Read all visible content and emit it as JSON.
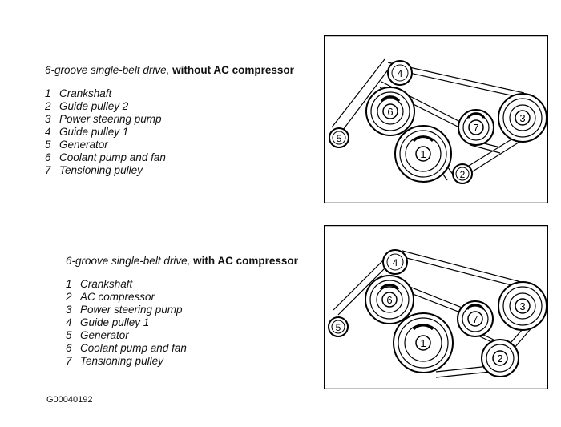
{
  "sections": [
    {
      "title_prefix": "6-groove single-belt drive, ",
      "title_emph": "without AC compressor",
      "items": [
        {
          "num": "1",
          "label": "Crankshaft"
        },
        {
          "num": "2",
          "label": "Guide pulley 2"
        },
        {
          "num": "3",
          "label": "Power steering pump"
        },
        {
          "num": "4",
          "label": "Guide pulley 1"
        },
        {
          "num": "5",
          "label": "Generator"
        },
        {
          "num": "6",
          "label": "Coolant pump and fan"
        },
        {
          "num": "7",
          "label": "Tensioning pulley"
        }
      ],
      "pulley_labels": [
        "1",
        "2",
        "3",
        "4",
        "5",
        "6",
        "7"
      ]
    },
    {
      "title_prefix": "6-groove single-belt drive, ",
      "title_emph": "with AC compressor",
      "items": [
        {
          "num": "1",
          "label": "Crankshaft"
        },
        {
          "num": "2",
          "label": "AC compressor"
        },
        {
          "num": "3",
          "label": "Power steering pump"
        },
        {
          "num": "4",
          "label": "Guide pulley 1"
        },
        {
          "num": "5",
          "label": "Generator"
        },
        {
          "num": "6",
          "label": "Coolant pump and fan"
        },
        {
          "num": "7",
          "label": "Tensioning pulley"
        }
      ],
      "pulley_labels": [
        "1",
        "2",
        "3",
        "4",
        "5",
        "6",
        "7"
      ]
    }
  ],
  "reference_code": "G00040192"
}
